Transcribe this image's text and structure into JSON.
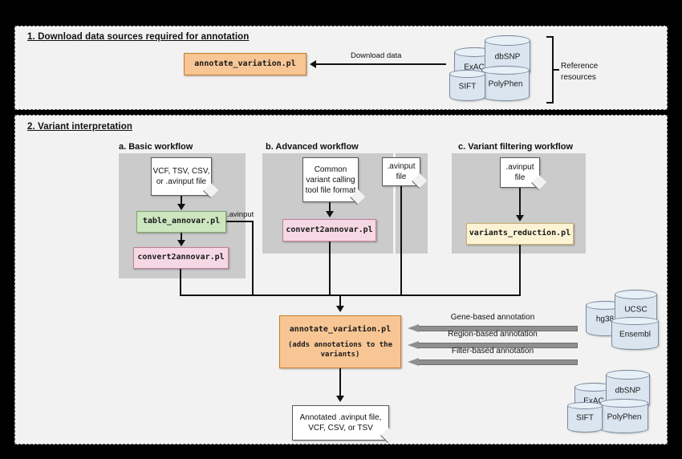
{
  "sections": {
    "one": {
      "title": "1. Download data sources required for annotation"
    },
    "two": {
      "title": "2. Variant interpretation"
    }
  },
  "workflows": {
    "a": {
      "title": "a. Basic workflow"
    },
    "b": {
      "title": "b. Advanced workflow"
    },
    "c": {
      "title": "c. Variant filtering workflow"
    }
  },
  "processes": {
    "top_annotate": "annotate_variation.pl",
    "table_annovar": "table_annovar.pl",
    "convert2annovar_a": "convert2annovar.pl",
    "convert2annovar_b": "convert2annovar.pl",
    "variants_reduction": "variants_reduction.pl",
    "main_annotate": "annotate_variation.pl",
    "main_annotate_sub": "(adds annotations to the variants)"
  },
  "documents": {
    "vcf_input": "VCF, TSV, CSV, or .avinput file",
    "common_format": "Common variant calling tool file format",
    "avinput_b": ".avinput file",
    "avinput_c": ".avinput file",
    "output": "Annotated .avinput file, VCF, CSV, or TSV"
  },
  "edges": {
    "download_data": "Download data",
    "avinput": ".avinput"
  },
  "annotation_arrows": [
    {
      "label": "Gene-based annotation"
    },
    {
      "label": "Region-based annotation"
    },
    {
      "label": "Filter-based annotation"
    }
  ],
  "reference": {
    "bracket_label": "Reference resources"
  },
  "databases": {
    "group_top": [
      "dbSNP",
      "ExAC",
      "SIFT",
      "PolyPhen"
    ],
    "group_middle": [
      "UCSC",
      "hg38",
      "Ensembl"
    ],
    "group_bottom": [
      "dbSNP",
      "ExAC",
      "SIFT",
      "PolyPhen"
    ]
  },
  "colors": {
    "orange_fill": "#f7c694",
    "orange_border": "#c97c2a",
    "green_fill": "#cde6c0",
    "pink_fill": "#f5d8e4",
    "cream_fill": "#fbf3d4",
    "cylinder_fill": "#dae5f0",
    "panel_bg": "#f2f2f2",
    "workflow_bg": "#cbcbcb",
    "arrow_gray": "#8f8f8f"
  }
}
